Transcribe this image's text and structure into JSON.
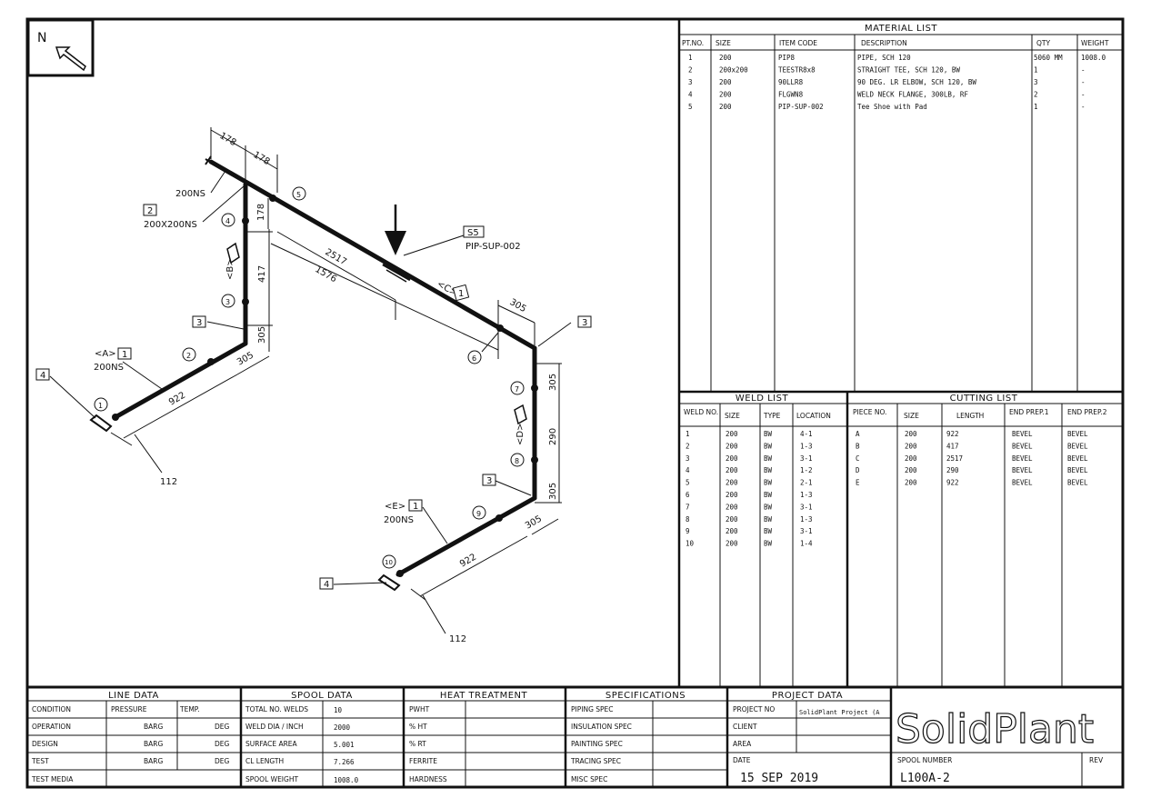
{
  "north_label": "N",
  "material_list": {
    "title": "MATERIAL LIST",
    "headers": [
      "PT.NO.",
      "SIZE",
      "ITEM CODE",
      "DESCRIPTION",
      "QTY",
      "WEIGHT"
    ],
    "rows": [
      [
        "1",
        "200",
        "PIP8",
        "PIPE, SCH 120",
        "5060 MM",
        "1008.0"
      ],
      [
        "2",
        "200x200",
        "TEESTR8x8",
        "STRAIGHT TEE, SCH 120, BW",
        "1",
        "-"
      ],
      [
        "3",
        "200",
        "90LLR8",
        "90 DEG. LR ELBOW, SCH 120, BW",
        "3",
        "-"
      ],
      [
        "4",
        "200",
        "FLGWN8",
        "WELD NECK FLANGE, 300LB, RF",
        "2",
        "-"
      ],
      [
        "5",
        "200",
        "PIP-SUP-002",
        "Tee Shoe with Pad",
        "1",
        "-"
      ]
    ]
  },
  "weld_list": {
    "title": "WELD LIST",
    "headers": [
      "WELD NO.",
      "SIZE",
      "TYPE",
      "LOCATION"
    ],
    "rows": [
      [
        "1",
        "200",
        "BW",
        "4-1"
      ],
      [
        "2",
        "200",
        "BW",
        "1-3"
      ],
      [
        "3",
        "200",
        "BW",
        "3-1"
      ],
      [
        "4",
        "200",
        "BW",
        "1-2"
      ],
      [
        "5",
        "200",
        "BW",
        "2-1"
      ],
      [
        "6",
        "200",
        "BW",
        "1-3"
      ],
      [
        "7",
        "200",
        "BW",
        "3-1"
      ],
      [
        "8",
        "200",
        "BW",
        "1-3"
      ],
      [
        "9",
        "200",
        "BW",
        "3-1"
      ],
      [
        "10",
        "200",
        "BW",
        "1-4"
      ]
    ]
  },
  "cutting_list": {
    "title": "CUTTING LIST",
    "headers": [
      "PIECE NO.",
      "SIZE",
      "LENGTH",
      "END PREP.1",
      "END PREP.2"
    ],
    "rows": [
      [
        "A",
        "200",
        "922",
        "BEVEL",
        "BEVEL"
      ],
      [
        "B",
        "200",
        "417",
        "BEVEL",
        "BEVEL"
      ],
      [
        "C",
        "200",
        "2517",
        "BEVEL",
        "BEVEL"
      ],
      [
        "D",
        "200",
        "290",
        "BEVEL",
        "BEVEL"
      ],
      [
        "E",
        "200",
        "922",
        "BEVEL",
        "BEVEL"
      ]
    ]
  },
  "line_data": {
    "title": "LINE DATA",
    "headers": [
      "CONDITION",
      "PRESSURE",
      "TEMP."
    ],
    "rows": [
      [
        "OPERATION",
        "BARG",
        "DEG"
      ],
      [
        "DESIGN",
        "BARG",
        "DEG"
      ],
      [
        "TEST",
        "BARG",
        "DEG"
      ]
    ],
    "test_media": "TEST MEDIA"
  },
  "spool_data": {
    "title": "SPOOL DATA",
    "rows": [
      [
        "TOTAL NO. WELDS",
        "10"
      ],
      [
        "WELD DIA / INCH",
        "2000"
      ],
      [
        "SURFACE AREA",
        "5.001"
      ],
      [
        "CL LENGTH",
        "7.266"
      ],
      [
        "SPOOL WEIGHT",
        "1008.0"
      ]
    ]
  },
  "heat_treatment": {
    "title": "HEAT TREATMENT",
    "rows": [
      "PWHT",
      "% HT",
      "% RT",
      "FERRITE",
      "HARDNESS"
    ]
  },
  "specifications": {
    "title": "SPECIFICATIONS",
    "rows": [
      "PIPING SPEC",
      "INSULATION SPEC",
      "PAINTING SPEC",
      "TRACING SPEC",
      "MISC SPEC"
    ]
  },
  "project_data": {
    "title": "PROJECT DATA",
    "project_no_label": "PROJECT NO",
    "project_no": "SolidPlant Project (A",
    "client_label": "CLIENT",
    "area_label": "AREA",
    "date_label": "DATE",
    "date": "15 SEP 2019"
  },
  "title_block": {
    "logo": "SolidPlant",
    "spool_number_label": "SPOOL NUMBER",
    "spool_number": "L100A-2",
    "rev_label": "REV"
  },
  "drawing": {
    "size_labels": [
      "200NS",
      "200X200NS",
      "200NS",
      "200NS"
    ],
    "support_label": "PIP-SUP-002",
    "support_tag": "S5",
    "piece_labels": [
      "<A>",
      "<B>",
      "<C>",
      "<D>",
      "<E>"
    ],
    "part_tags": [
      "1",
      "2",
      "3",
      "3",
      "3",
      "4",
      "4",
      "1",
      "1"
    ],
    "weld_tags": [
      "1",
      "2",
      "3",
      "4",
      "5",
      "6",
      "7",
      "8",
      "9",
      "10"
    ],
    "dimensions": [
      "178",
      "178",
      "178",
      "417",
      "305",
      "2517",
      "1576",
      "305",
      "305",
      "922",
      "112",
      "305",
      "290",
      "305",
      "305",
      "922",
      "112"
    ]
  }
}
